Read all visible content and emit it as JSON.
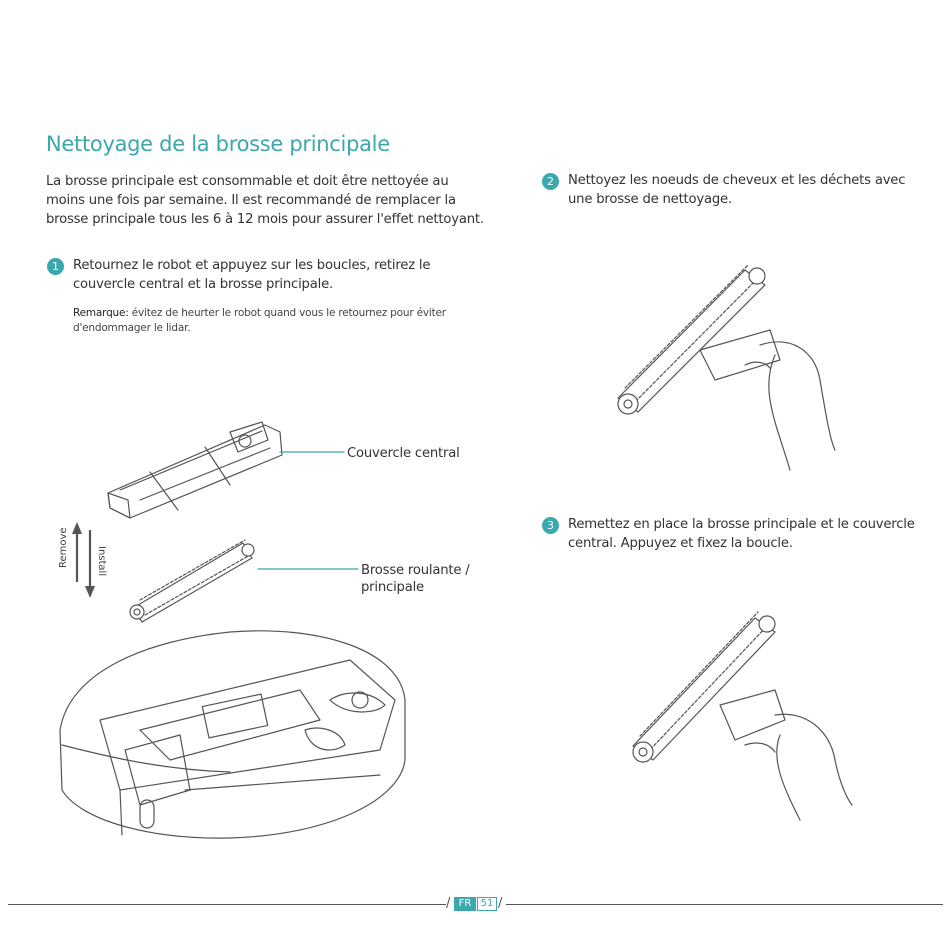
{
  "title": "Nettoyage de la brosse principale",
  "intro": "La brosse principale est consommable et doit être nettoyée au moins une fois par semaine. Il est recommandé de remplacer la brosse principale tous les 6 à 12 mois pour assurer l'effet nettoyant.",
  "steps": [
    {
      "number": "1",
      "text": "Retournez le robot et appuyez sur les boucles, retirez le couvercle central et la brosse principale."
    },
    {
      "number": "2",
      "text": "Nettoyez les noeuds de cheveux et les déchets avec une brosse de nettoyage."
    },
    {
      "number": "3",
      "text": "Remettez en place la brosse principale et le couvercle central. Appuyez et fixez la boucle."
    }
  ],
  "note": {
    "label": "Remarque:",
    "text": " évitez de heurter le robot quand vous le retournez pour éviter d'endommager le lidar."
  },
  "labels": {
    "cover": "Couvercle central",
    "brush_line1": "Brosse roulante /",
    "brush_line2": "principale",
    "remove": "Remove",
    "install": "Install"
  },
  "footer": {
    "lang": "FR",
    "page": "51"
  },
  "colors": {
    "accent": "#3aa8ac",
    "text": "#333333",
    "line": "#555555"
  }
}
